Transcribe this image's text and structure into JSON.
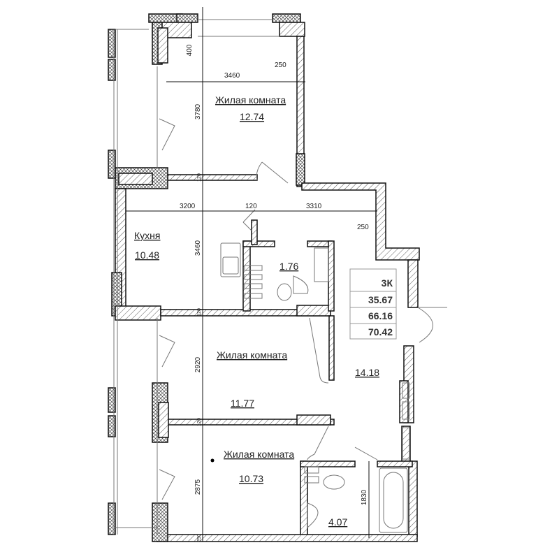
{
  "rooms": [
    {
      "name": "Жилая комната",
      "area": "12.74"
    },
    {
      "name": "Кухня",
      "area": "10.48"
    },
    {
      "name": "",
      "area": "1.76"
    },
    {
      "name": "Жилая комната",
      "area": "11.77"
    },
    {
      "name": "Жилая комната",
      "area": "10.73"
    },
    {
      "name": "",
      "area": "14.18"
    },
    {
      "name": "",
      "area": "4.07"
    }
  ],
  "summary": {
    "type": "3К",
    "living_area": "35.67",
    "total_area": "66.16",
    "total_with_balcony": "70.42"
  },
  "dimensions": {
    "d400": "400",
    "d250a": "250",
    "d3460a": "3460",
    "d3780": "3780",
    "d3200": "3200",
    "d120a": "120",
    "d3310": "3310",
    "d250b": "250",
    "d3460b": "3460",
    "d2920": "2920",
    "d2875": "2875",
    "d1830": "1830",
    "d120b": "120",
    "d120c": "120",
    "d120d": "120",
    "d250c": "250"
  },
  "colors": {
    "wall_fill": "#ffffff",
    "wall_stroke": "#111111",
    "hatch": "#444444"
  }
}
